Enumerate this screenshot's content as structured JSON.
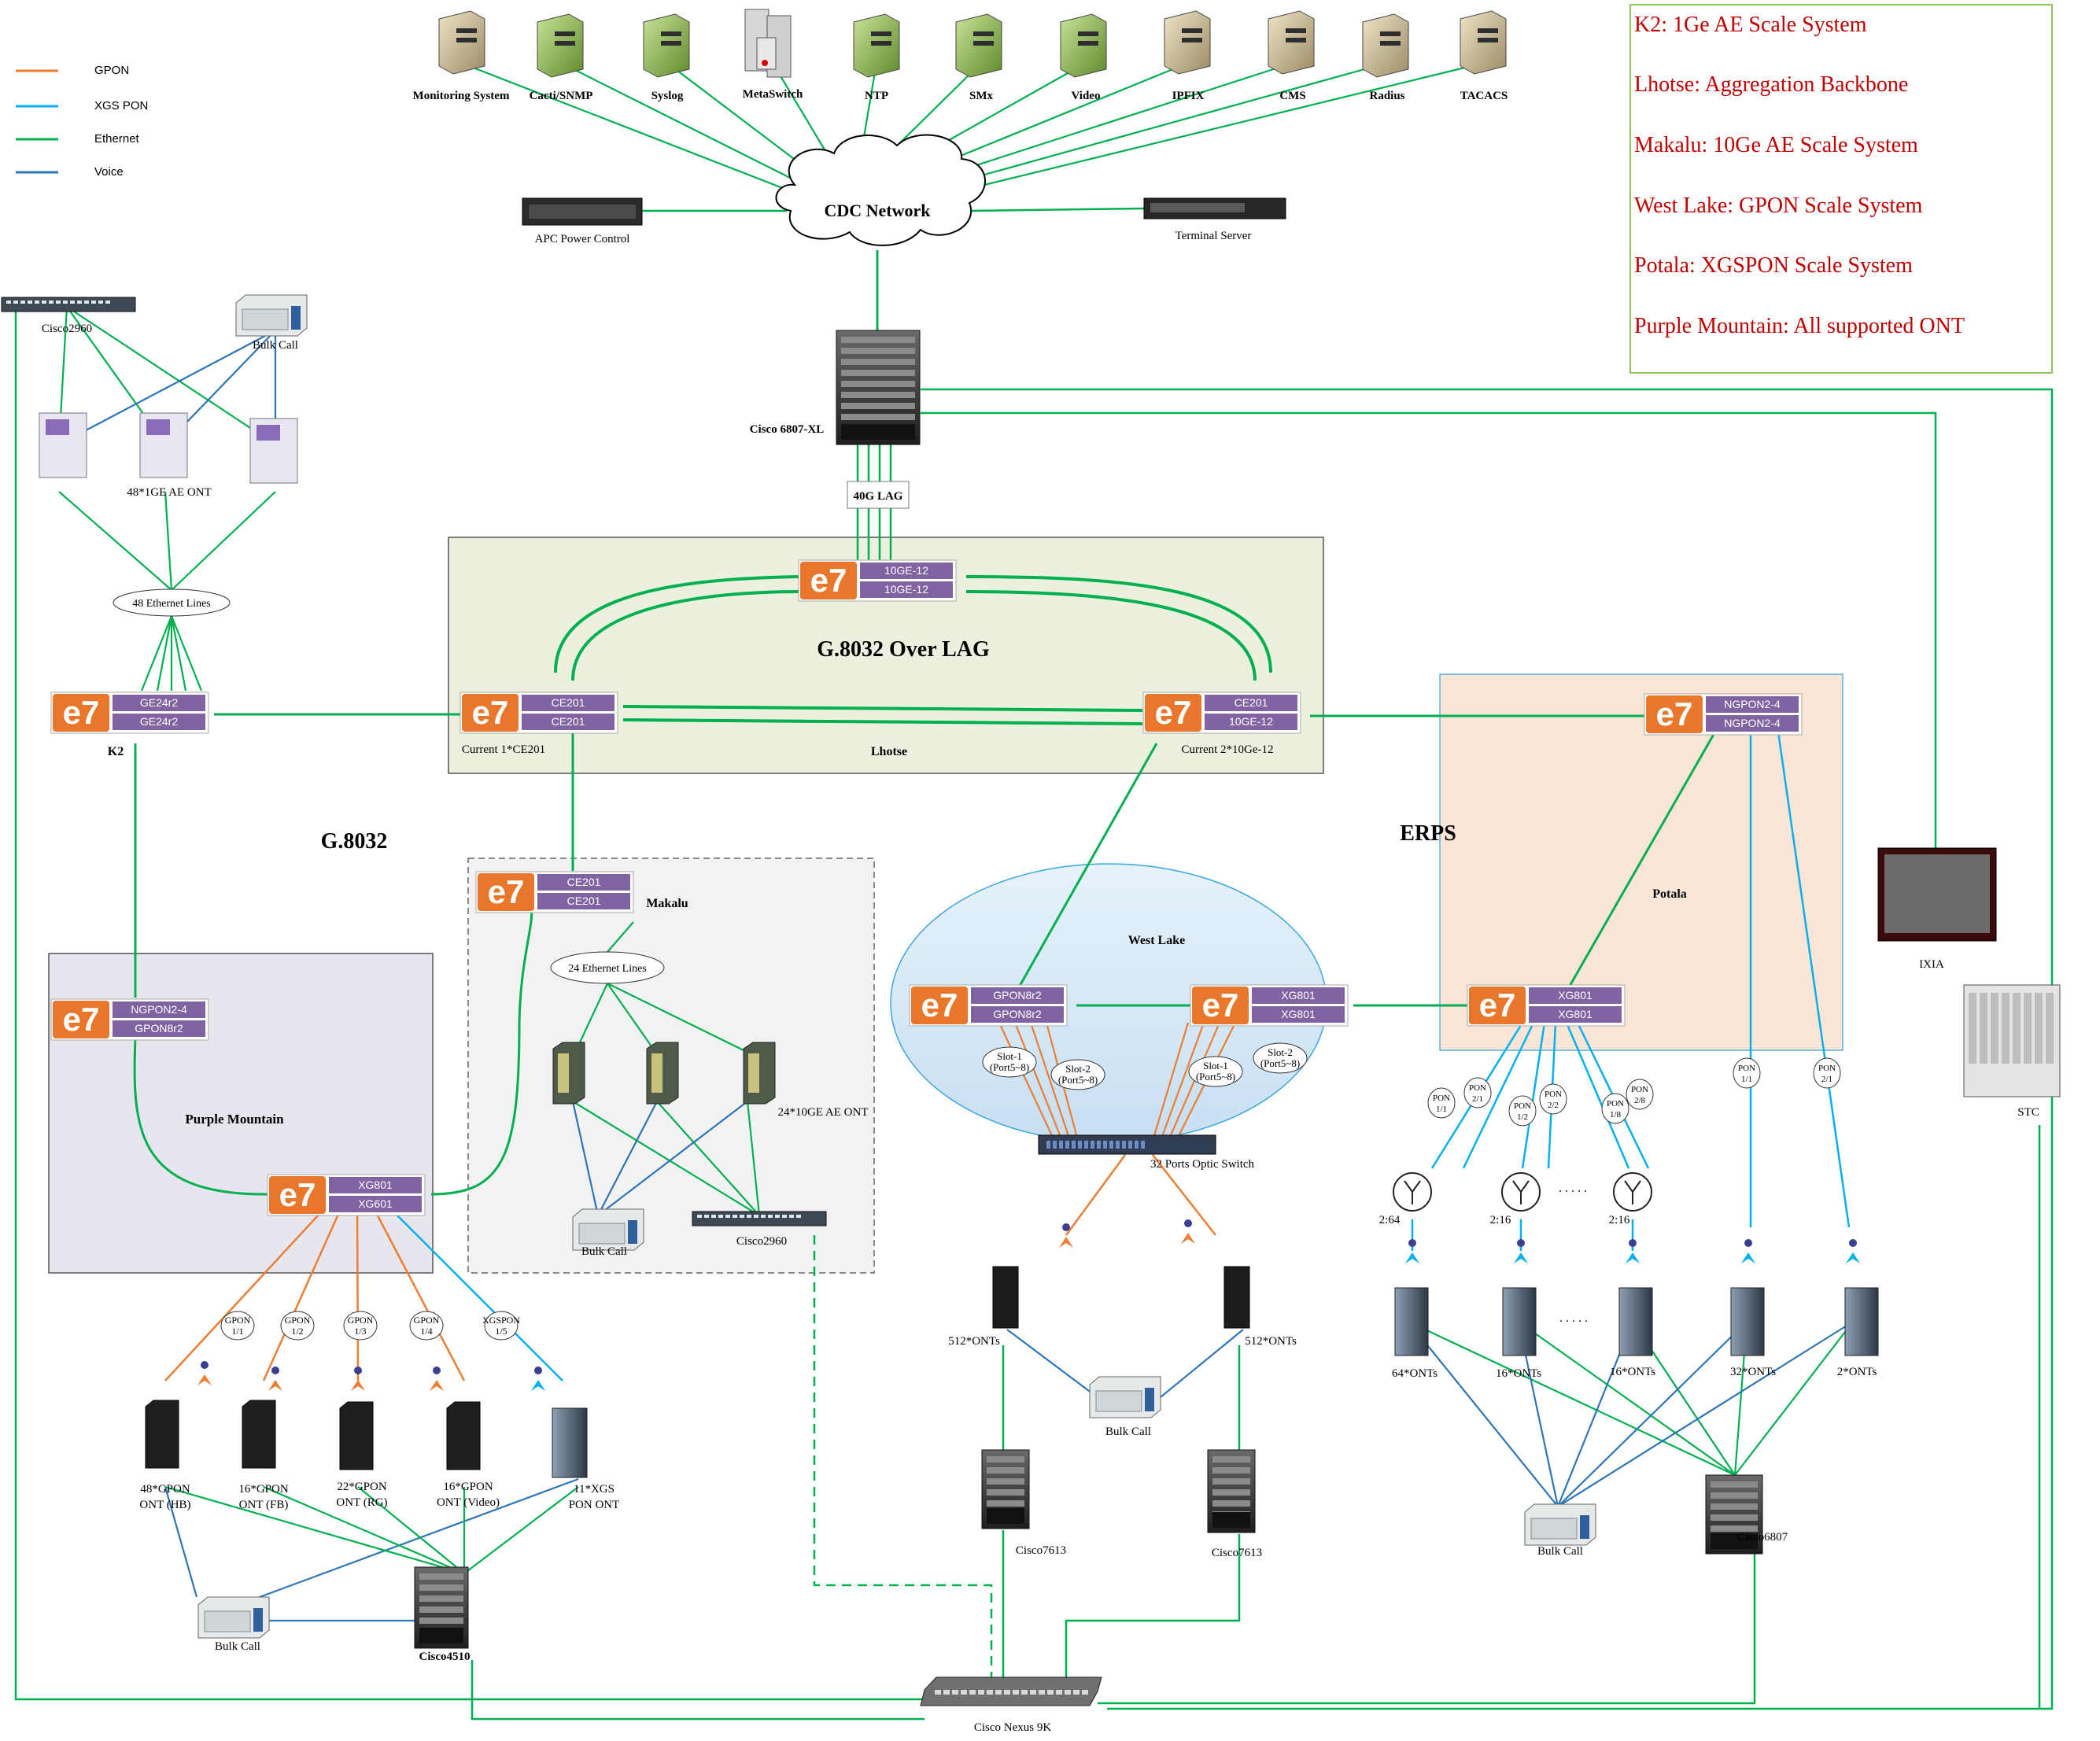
{
  "legend": [
    {
      "label": "GPON",
      "color": "#ed7d31"
    },
    {
      "label": "XGS PON",
      "color": "#00b0f0"
    },
    {
      "label": "Ethernet",
      "color": "#00b050"
    },
    {
      "label": "Voice",
      "color": "#2e75b6"
    }
  ],
  "info_box": [
    "K2: 1Ge AE Scale System",
    "Lhotse: Aggregation Backbone",
    "Makalu: 10Ge AE Scale System",
    "West Lake: GPON Scale System",
    "Potala: XGSPON Scale System",
    "Purple Mountain: All supported ONT"
  ],
  "servers": [
    "Monitoring System",
    "Cacti/SNMP",
    "Syslog",
    "MetaSwitch",
    "NTP",
    "SMx",
    "Video",
    "IPFIX",
    "CMS",
    "Radius",
    "TACACS"
  ],
  "cdc": {
    "label": "CDC  Network",
    "apc": "APC Power Control",
    "terminal": "Terminal Server"
  },
  "core": {
    "label": "Cisco 6807-XL",
    "lag": "40G LAG"
  },
  "lhotse": {
    "title": "G.8032 Over LAG",
    "name": "Lhotse",
    "top_cards": [
      "10GE-12",
      "10GE-12"
    ],
    "left_cards": [
      "CE201",
      "CE201"
    ],
    "left_caption": "Current 1*CE201",
    "right_cards": [
      "CE201",
      "10GE-12"
    ],
    "right_caption": "Current 2*10Ge-12"
  },
  "k2": {
    "switch": "Cisco2960",
    "bulk": "Bulk Call",
    "onts": "48*1GE AE ONT",
    "lines": "48 Ethernet Lines",
    "cards": [
      "GE24r2",
      "GE24r2"
    ],
    "name": "K2"
  },
  "g8032": "G.8032",
  "erps": "ERPS",
  "makalu": {
    "cards": [
      "CE201",
      "CE201"
    ],
    "name": "Makalu",
    "lines": "24  Ethernet Lines",
    "onts": "24*10GE AE ONT",
    "bulk": "Bulk Call",
    "switch": "Cisco2960"
  },
  "purple": {
    "name": "Purple Mountain",
    "top_cards": [
      "NGPON2-4",
      "GPON8r2"
    ],
    "bottom_cards": [
      "XG801",
      "XG601"
    ],
    "pons": [
      [
        "GPON",
        "1/1"
      ],
      [
        "GPON",
        "1/2"
      ],
      [
        "GPON",
        "1/3"
      ],
      [
        "GPON",
        "1/4"
      ],
      [
        "XGSPON",
        "1/5"
      ]
    ],
    "onts": [
      [
        "48*GPON",
        "ONT (HB)"
      ],
      [
        "16*GPON",
        "ONT (FB)"
      ],
      [
        "22*GPON",
        "ONT (RG)"
      ],
      [
        "16*GPON",
        "ONT (Video)"
      ],
      [
        "11*XGS",
        "PON ONT"
      ]
    ],
    "bulk": "Bulk Call",
    "switch": "Cisco4510"
  },
  "westlake": {
    "name": "West Lake",
    "left_cards": [
      "GPON8r2",
      "GPON8r2"
    ],
    "right_cards": [
      "XG801",
      "XG801"
    ],
    "slots": [
      [
        "Slot-1",
        "(Port5~8)"
      ],
      [
        "Slot-2",
        "(Port5~8)"
      ],
      [
        "Slot-1",
        "(Port5~8)"
      ],
      [
        "Slot-2",
        "(Port5~8)"
      ]
    ],
    "optic": "32 Ports Optic Switch",
    "ont_left": "512*ONTs",
    "ont_right": "512*ONTs",
    "bulk": "Bulk Call",
    "router_left": "Cisco7613",
    "router_right": "Cisco7613"
  },
  "potala": {
    "name": "Potala",
    "top_cards": [
      "NGPON2-4",
      "NGPON2-4"
    ],
    "bottom_cards": [
      "XG801",
      "XG801"
    ],
    "pons": [
      [
        "PON",
        "1/1"
      ],
      [
        "PON",
        "2/1"
      ],
      [
        "PON",
        "1/2"
      ],
      [
        "PON",
        "2/2"
      ],
      [
        "PON",
        "1/8"
      ],
      [
        "PON",
        "2/8"
      ],
      [
        "PON",
        "1/1"
      ],
      [
        "PON",
        "2/1"
      ]
    ],
    "splits": [
      "2:64",
      "2:16",
      "2:16"
    ],
    "dots": ". . . . .",
    "onts": [
      "64*ONTs",
      "16*ONTs",
      "16*ONTs",
      "32*ONTs",
      "2*ONTs"
    ],
    "bulk": "Bulk Call",
    "switch": "Cisco6807"
  },
  "ixia": "IXIA",
  "stc": "STC",
  "nexus": "Cisco Nexus 9K",
  "e7_logo": "e7"
}
